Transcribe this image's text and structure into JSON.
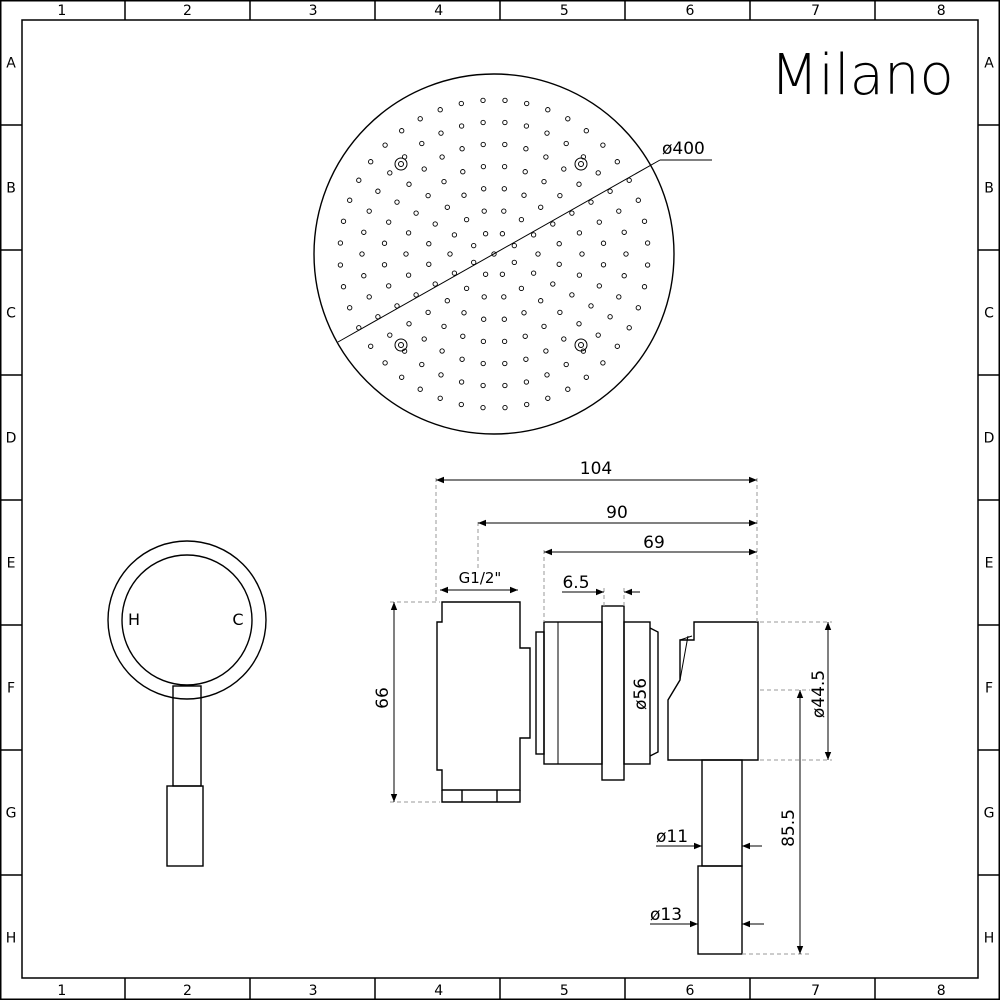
{
  "title_block": {
    "brand": "Milano"
  },
  "grid": {
    "columns": [
      "1",
      "2",
      "3",
      "4",
      "5",
      "6",
      "7",
      "8"
    ],
    "rows": [
      "A",
      "B",
      "C",
      "D",
      "E",
      "F",
      "G",
      "H"
    ]
  },
  "dimensions": {
    "shower_head_diameter": "ø400",
    "overall_depth": "104",
    "depth_90": "90",
    "depth_69": "69",
    "flange_thickness": "6.5",
    "thread": "G1/2\"",
    "body_height": "66",
    "flange_diameter": "ø56",
    "handle_hub_diameter": "ø44.5",
    "lever_length": "85.5",
    "lever_shaft_diameter": "ø11",
    "lever_grip_diameter": "ø13"
  },
  "handle_markings": {
    "hot": "H",
    "cold": "C"
  }
}
